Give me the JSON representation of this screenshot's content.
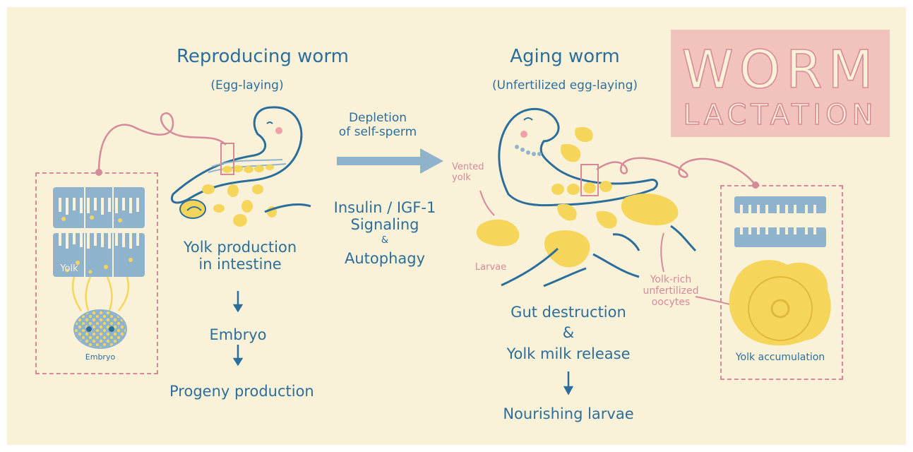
{
  "title": {
    "line1": "WORM",
    "line2": "LACTATION"
  },
  "left": {
    "heading": "Reproducing worm",
    "subheading": "(Egg-laying)",
    "step1": "Yolk production\nin intestine",
    "step2": "Embryo",
    "step3": "Progeny production",
    "inset_yolk": "Yolk",
    "inset_embryo": "Embryo"
  },
  "middle": {
    "arrow_label": "Depletion\nof self-sperm",
    "factor1": "Insulin / IGF-1\nSignaling",
    "amp": "&",
    "factor2": "Autophagy"
  },
  "right": {
    "heading": "Aging worm",
    "subheading": "(Unfertilized egg-laying)",
    "vented": "Vented\nyolk",
    "larvae": "Larvae",
    "oocytes": "Yolk-rich\nunfertilized\noocytes",
    "step1": "Gut destruction\n&\nYolk milk release",
    "step2": "Nourishing larvae",
    "inset_label": "Yolk accumulation"
  },
  "colors": {
    "blue": "#2c6e9b",
    "lightblue": "#8fb3cc",
    "yellow": "#f6d65a",
    "pink": "#d68a98",
    "bg": "#faf2d8",
    "titlebox": "#f2c2bd"
  }
}
